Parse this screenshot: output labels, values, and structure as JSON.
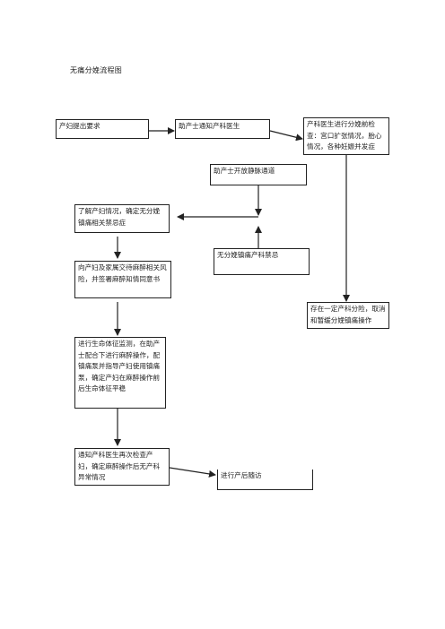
{
  "title": "无痛分娩流程图",
  "nodes": {
    "request": "产妇提出要求",
    "notify_doctor": "助产士通知产科医生",
    "pre_exam": "产科医生进行分娩前检查：宫口扩张情况，胎心情况，各种妊娠并发症",
    "iv_access": "助产士开放静脉通道",
    "assess": "了解产妇情况，确定无分娩镇痛相关禁忌症",
    "contraindication": "无分娩镇痛产科禁忌",
    "consent": "向产妇及家属交待麻醉相关风险，并签署麻醉知情同意书",
    "risk_cancel": "存在一定产科分险，取消和暂缓分娩镇痛操作",
    "monitoring": "进行生命体征监测，在助产士配合下进行麻醉操作，配镇痛泵并指导产妇使用镇痛泵，确定产妇在麻醉操作前后生命体征平稳",
    "recheck": "通知产科医生再次检查产妇，确定麻醉操作后无产科异常情况",
    "followup": "进行产后随访"
  }
}
